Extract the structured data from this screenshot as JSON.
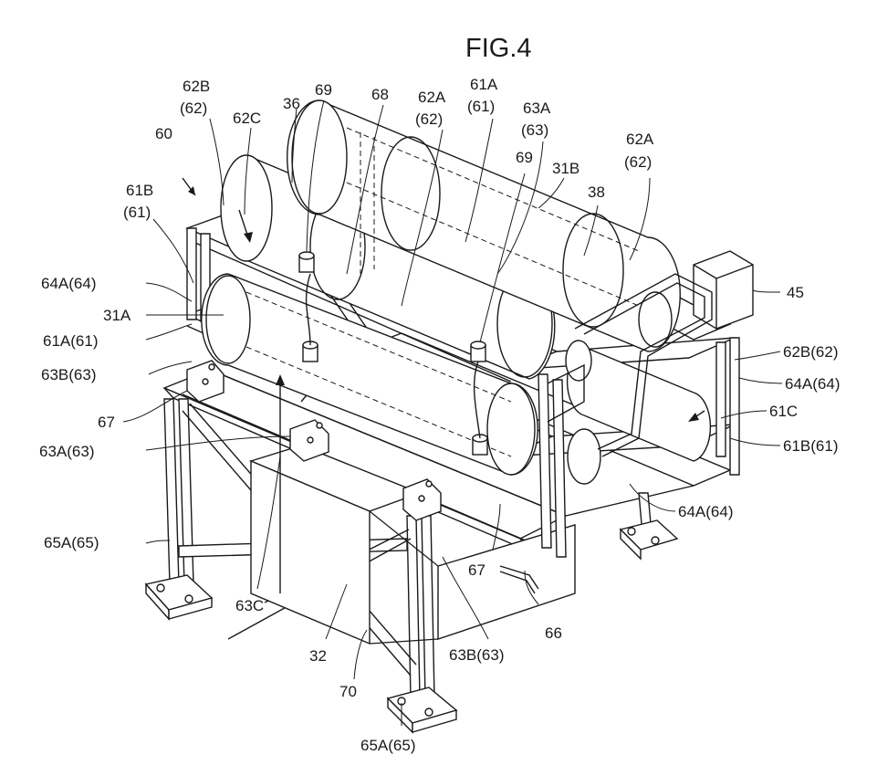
{
  "figure": {
    "title": "FIG.4",
    "labels": [
      "60",
      "62B",
      "(62)",
      "62C",
      "36",
      "69",
      "68",
      "62A",
      "(62)",
      "61A",
      "(61)",
      "63A",
      "(63)",
      "62A",
      "(62)",
      "61B",
      "(61)",
      "69",
      "31B",
      "38",
      "64A(64)",
      "31A",
      "61A(61)",
      "63B(63)",
      "67",
      "63A(63)",
      "65A(65)",
      "63C",
      "32",
      "70",
      "65A(65)",
      "63B(63)",
      "66",
      "67",
      "64A(64)",
      "61B(61)",
      "61C",
      "64A(64)",
      "62B(62)",
      "45"
    ]
  }
}
